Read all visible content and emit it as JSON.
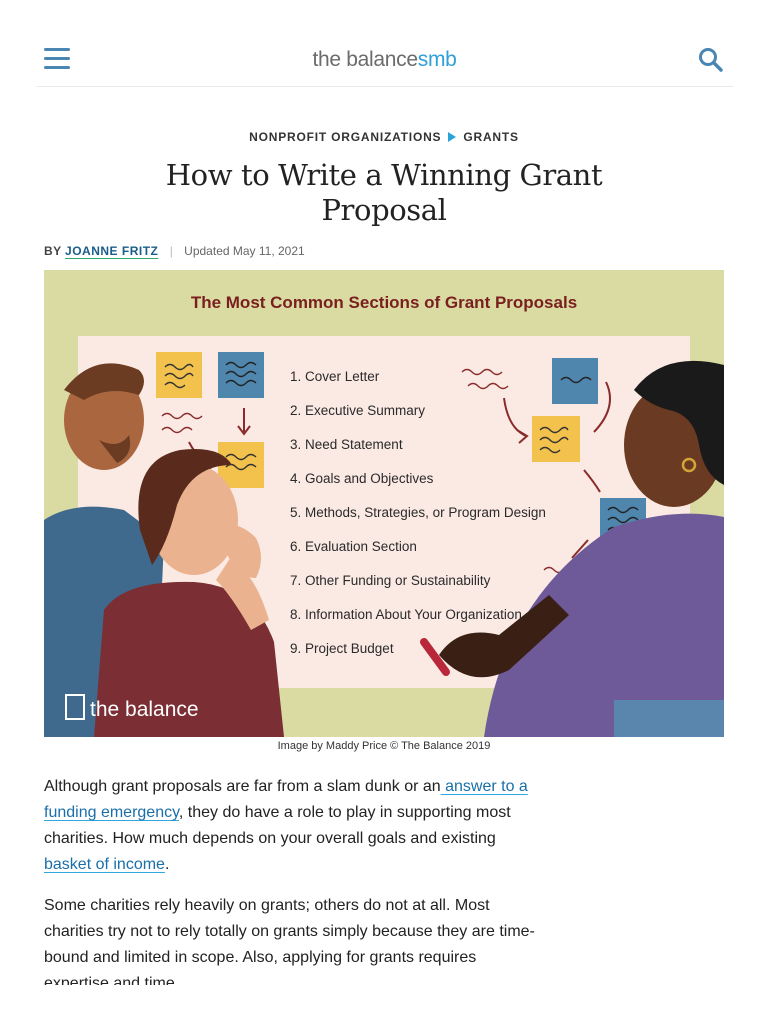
{
  "header": {
    "logo_part1": "the balance",
    "logo_part2": "smb"
  },
  "breadcrumb": {
    "items": [
      "NONPROFIT ORGANIZATIONS",
      "GRANTS"
    ]
  },
  "article": {
    "title": "How to Write a Winning Grant Proposal",
    "by_label": "BY",
    "author": "JOANNE FRITZ",
    "updated": "Updated May 11, 2021"
  },
  "figure": {
    "heading": "The Most Common Sections of Grant Proposals",
    "sections": [
      "1. Cover Letter",
      "2. Executive Summary",
      "3. Need Statement",
      "4. Goals and Objectives",
      "5. Methods, Strategies, or Program Design",
      "6. Evaluation Section",
      "7. Other Funding or Sustainability",
      "8. Information About Your Organization",
      "9. Project Budget"
    ],
    "watermark": "the balance",
    "caption": "Image by Maddy Price © The Balance 2019"
  },
  "body": {
    "p1_a": "Although grant proposals are far from a slam dunk or an",
    "p1_link1": " answer to a funding emergency",
    "p1_b": ", they do have a role to play in supporting most charities. How much depends on your overall goals and existing ",
    "p1_link2": "basket of income",
    "p1_c": ".",
    "p2": "Some charities rely heavily on grants; others do not at all. Most charities try not to rely totally on grants simply because they are time-bound and limited in scope. Also, applying for grants requires expertise and time."
  },
  "colors": {
    "accent_blue": "#2f9fd8",
    "link_blue": "#1a6faa",
    "figure_bg": "#d9dba2",
    "heading_red": "#7a1f1f"
  }
}
